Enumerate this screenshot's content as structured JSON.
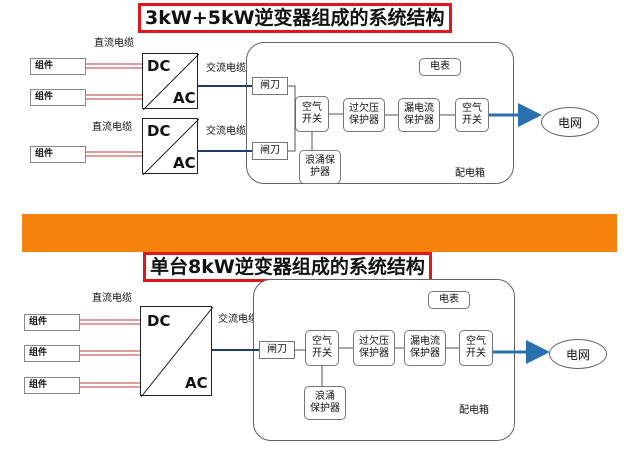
{
  "top": {
    "title": "3kW+5kW逆变器组成的系统结构",
    "modules": [
      "组件",
      "组件",
      "组件"
    ],
    "dc_cable_label_1": "直流电缆",
    "dc_cable_label_2": "直流电缆",
    "ac_cable_label_1": "交流电缆",
    "ac_cable_label_2": "交流电缆",
    "inverter_1": {
      "dc": "DC",
      "ac": "AC"
    },
    "inverter_2": {
      "dc": "DC",
      "ac": "AC"
    },
    "switch_1": "闸刀",
    "switch_2": "闸刀",
    "air_switch_1": "空气\n开关",
    "surge": "浪涌保\n护器",
    "over_under_voltage": "过欠压\n保护器",
    "leakage": "漏电流\n保护器",
    "air_switch_2": "空气\n开关",
    "meter": "电表",
    "cabinet_label": "配电箱",
    "grid": "电网"
  },
  "bottom": {
    "title": "单台8kW逆变器组成的系统结构",
    "modules": [
      "组件",
      "组件",
      "组件"
    ],
    "dc_cable_label": "直流电缆",
    "ac_cable_label": "交流电缆",
    "inverter": {
      "dc": "DC",
      "ac": "AC"
    },
    "switch": "闸刀",
    "air_switch_1": "空气\n开关",
    "over_under_voltage": "过欠压\n保护器",
    "leakage": "漏电流\n保护器",
    "air_switch_2": "空气\n开关",
    "surge": "浪涌\n保护器",
    "meter": "电表",
    "cabinet_label": "配电箱",
    "grid": "电网"
  },
  "colors": {
    "title_border": "#e0161b",
    "divider": "#f5820d",
    "dc_cable": "#c23b3b",
    "ac_cable": "#1f3c6e",
    "arrow": "#2a6fb0"
  }
}
